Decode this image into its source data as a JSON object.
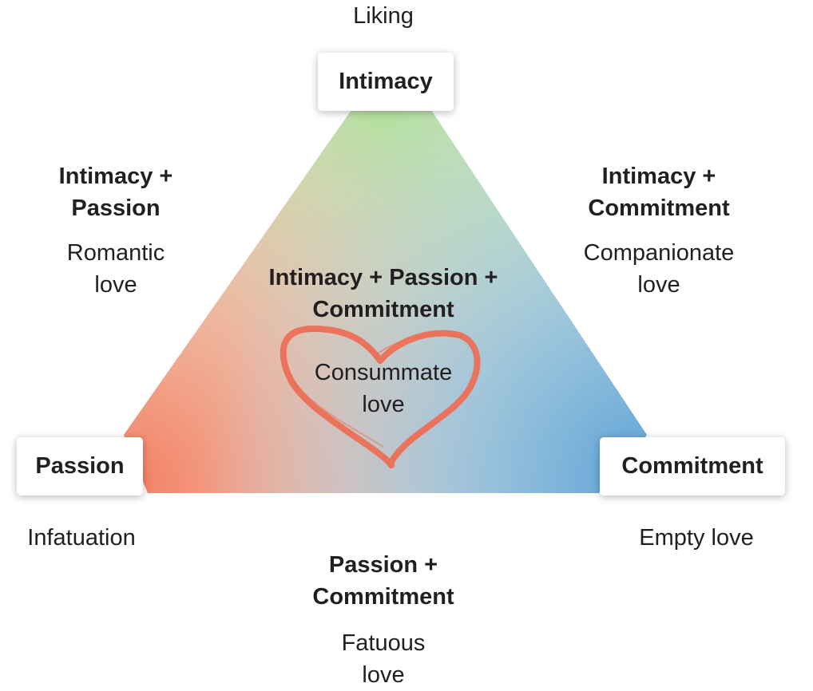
{
  "vertices": {
    "top": {
      "label": "Intimacy",
      "love_type": "Liking"
    },
    "left": {
      "label": "Passion",
      "love_type": "Infatuation"
    },
    "right": {
      "label": "Commitment",
      "love_type": "Empty love"
    }
  },
  "edges": {
    "left": {
      "combo": [
        "Intimacy +",
        "Passion"
      ],
      "love_type": [
        "Romantic",
        "love"
      ]
    },
    "right": {
      "combo": [
        "Intimacy +",
        "Commitment"
      ],
      "love_type": [
        "Companionate",
        "love"
      ]
    },
    "bottom": {
      "combo": [
        "Passion +",
        "Commitment"
      ],
      "love_type": [
        "Fatuous",
        "love"
      ]
    }
  },
  "center": {
    "combo": [
      "Intimacy + Passion +",
      "Commitment"
    ],
    "love_type": [
      "Consummate",
      "love"
    ]
  },
  "colors": {
    "intimacy": "#a9d99a",
    "passion": "#f58b6c",
    "commitment": "#6aaad6",
    "heart": "#ec6f56"
  }
}
